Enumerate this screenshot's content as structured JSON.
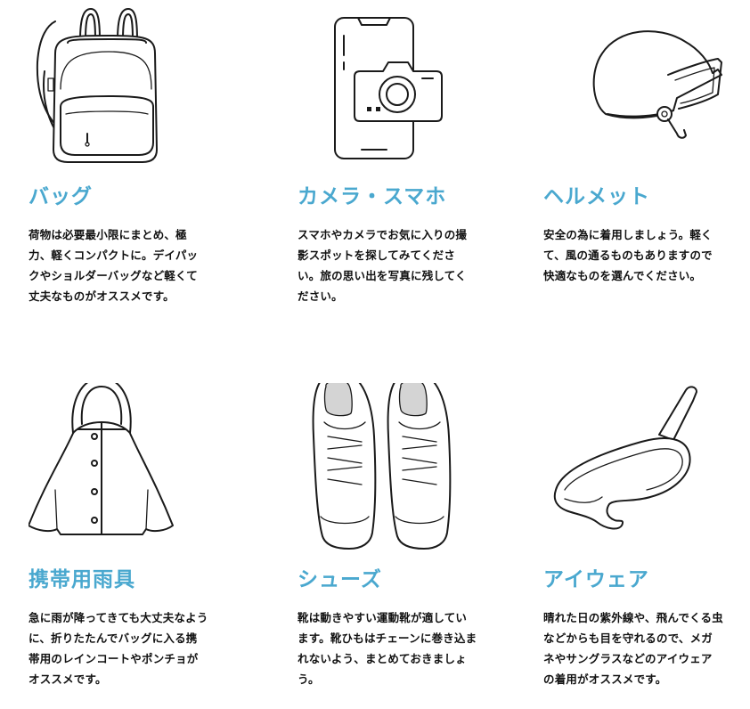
{
  "theme": {
    "title_color": "#4aa8cf",
    "text_color": "#111111"
  },
  "items": [
    {
      "title": "バッグ",
      "icon": "backpack-icon",
      "desc": "荷物は必要最小限にまとめ、極力、軽くコンパクトに。デイパックやショルダーバッグなど軽くて丈夫なものがオススメです。"
    },
    {
      "title": "カメラ・スマホ",
      "icon": "camera-smartphone-icon",
      "desc": "スマホやカメラでお気に入りの撮影スポットを探してみてください。旅の思い出を写真に残してください。"
    },
    {
      "title": "ヘルメット",
      "icon": "helmet-icon",
      "desc": "安全の為に着用しましょう。軽くて、風の通るものもありますので快適なものを選んでください。"
    },
    {
      "title": "携帯用雨具",
      "icon": "raincoat-icon",
      "desc": "急に雨が降ってきても大丈夫なように、折りたたんでバッグに入る携帯用のレインコートやポンチョがオススメです。"
    },
    {
      "title": "シューズ",
      "icon": "sneakers-icon",
      "desc": "靴は動きやすい運動靴が適しています。靴ひもはチェーンに巻き込まれないよう、まとめておきましょう。"
    },
    {
      "title": "アイウェア",
      "icon": "sunglasses-icon",
      "desc": "晴れた日の紫外線や、飛んでくる虫などからも目を守れるので、メガネやサングラスなどのアイウェアの着用がオススメです。"
    }
  ]
}
